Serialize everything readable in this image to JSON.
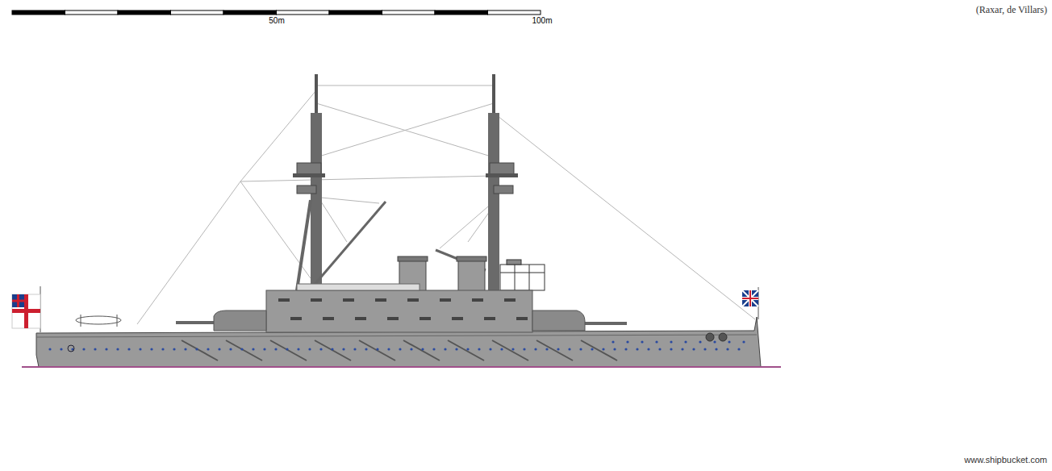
{
  "diagram": {
    "labels": [
      "50m",
      "100m",
      "(Raxar, de Villars)",
      "www.shipbucket.com"
    ]
  }
}
